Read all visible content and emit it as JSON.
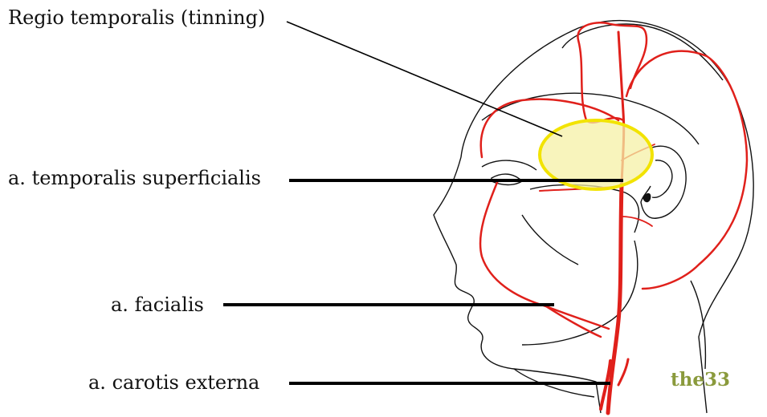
{
  "labels": {
    "temporal_region": "Regio temporalis (tinning)",
    "superficial_temporal_artery": "a. temporalis superficialis",
    "facial_artery": "a. facialis",
    "external_carotid_artery": "a. carotis externa"
  },
  "brand": {
    "text": "the33",
    "color": "#8a9a3c"
  },
  "colors": {
    "artery": "#e0201b",
    "highlight_fill": "#f5f0a6",
    "highlight_stroke": "#f2e300",
    "outline": "#111111",
    "leader_line": "#000000"
  }
}
